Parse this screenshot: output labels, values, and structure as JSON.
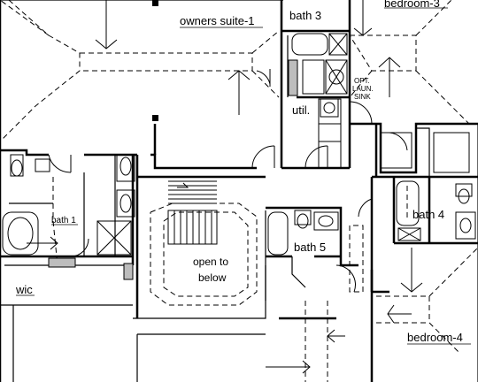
{
  "rooms": {
    "owners_suite": "owners suite-1",
    "bath3": "bath 3",
    "bedroom3": "bedroom-3",
    "opt_laun_sink": [
      "OPT.",
      "LAUN.",
      "SINK"
    ],
    "util": "util.",
    "bath1": "bath 1",
    "bath4": "bath 4",
    "bath5": "bath 5",
    "open_to_below": [
      "open to",
      "below"
    ],
    "wic": "wic",
    "bedroom4": "bedroom-4"
  }
}
